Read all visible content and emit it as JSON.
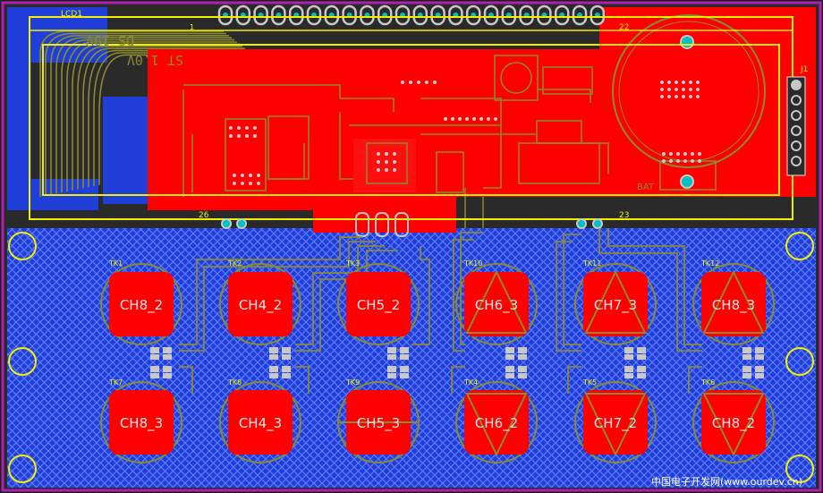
{
  "board": {
    "colors": {
      "background": "#1e1e1e",
      "outline": "#b020b0",
      "blue_fill": "#1f3fd8",
      "blue_hatch": "#3050ff",
      "red_fill": "#ff0000",
      "trace": "#8a8a30",
      "silk": "#f0f000",
      "pad": "#c8c8c8",
      "via": "#00c0c0",
      "key_label": "#e8e8e8",
      "watermark": "#ffffff"
    },
    "labels": {
      "lcd": "LCD1",
      "pin_1": "1",
      "pin_22": "22",
      "pin_26": "26",
      "pin_23": "23",
      "j1": "J1",
      "bat": "BAT",
      "mirror_1": "DS 19V",
      "mirror_2": "ST 1.0V"
    },
    "keys_top": [
      {
        "ref": "TK1",
        "label": "CH8_2",
        "marker": "none"
      },
      {
        "ref": "TK2",
        "label": "CH4_2",
        "marker": "none"
      },
      {
        "ref": "TK3",
        "label": "CH5_2",
        "marker": "none"
      },
      {
        "ref": "TK10",
        "label": "CH6_3",
        "marker": "triangle-up"
      },
      {
        "ref": "TK11",
        "label": "CH7_3",
        "marker": "triangle-up"
      },
      {
        "ref": "TK12",
        "label": "CH8_3",
        "marker": "triangle-up"
      }
    ],
    "keys_bottom": [
      {
        "ref": "TK7",
        "label": "CH8_3",
        "marker": "none"
      },
      {
        "ref": "TK8",
        "label": "CH4_3",
        "marker": "none"
      },
      {
        "ref": "TK9",
        "label": "CH5_3",
        "marker": "line"
      },
      {
        "ref": "TK4",
        "label": "CH6_2",
        "marker": "triangle-down"
      },
      {
        "ref": "TK5",
        "label": "CH7_2",
        "marker": "triangle-down"
      },
      {
        "ref": "TK6",
        "label": "CH8_2",
        "marker": "triangle-down"
      }
    ],
    "watermark": "中国电子开发网(www.ourdev.cn)"
  }
}
